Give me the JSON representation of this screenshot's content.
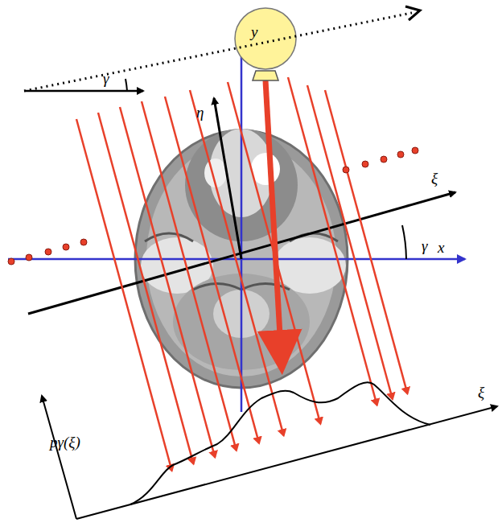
{
  "diagram": {
    "labels": [
      "γ",
      "y",
      "η",
      "ξ",
      "γ",
      "x",
      "pγ(ξ)",
      "ξ"
    ]
  }
}
